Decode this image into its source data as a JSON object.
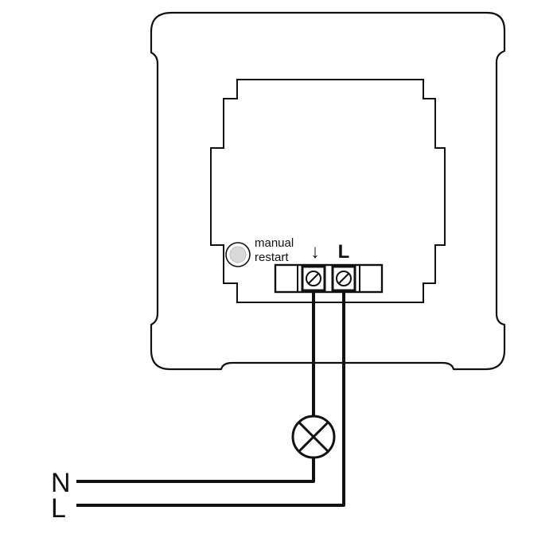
{
  "labels": {
    "manual": "manual",
    "restart": "restart",
    "terminal_switched": "↓",
    "terminal_l": "L",
    "line_n": "N",
    "line_l": "L"
  },
  "icons": {
    "restart_button": "restart-button-icon",
    "lamp": "lamp-icon",
    "terminal_screw": "screw-icon"
  },
  "colors": {
    "stroke": "#111111",
    "button_fill": "#d9d9d9",
    "background": "#ffffff"
  }
}
